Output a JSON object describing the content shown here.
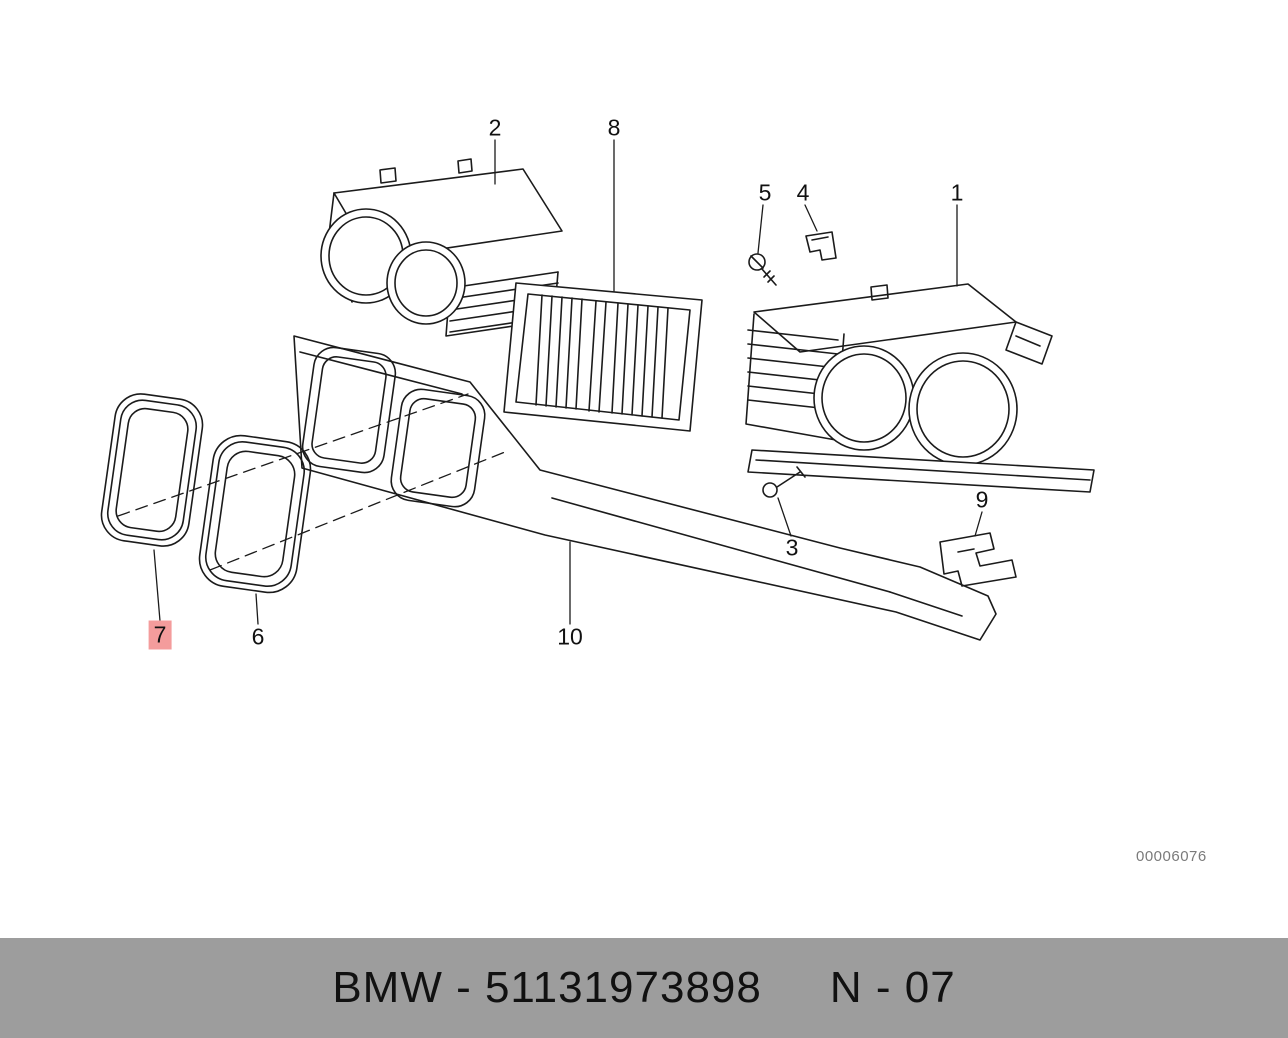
{
  "page": {
    "background": "#ffffff"
  },
  "diagram": {
    "watermark": "00006076",
    "highlight_color": "#f49c9c",
    "callouts": [
      {
        "id": "1",
        "label": "1",
        "highlighted": false
      },
      {
        "id": "2",
        "label": "2",
        "highlighted": false
      },
      {
        "id": "3",
        "label": "3",
        "highlighted": false
      },
      {
        "id": "4",
        "label": "4",
        "highlighted": false
      },
      {
        "id": "5",
        "label": "5",
        "highlighted": false
      },
      {
        "id": "6",
        "label": "6",
        "highlighted": false
      },
      {
        "id": "7",
        "label": "7",
        "highlighted": true
      },
      {
        "id": "8",
        "label": "8",
        "highlighted": false
      },
      {
        "id": "9",
        "label": "9",
        "highlighted": false
      },
      {
        "id": "10",
        "label": "10",
        "highlighted": false
      }
    ]
  },
  "footer": {
    "left_text": "BMW - 51131973898",
    "right_text": "N - 07"
  }
}
